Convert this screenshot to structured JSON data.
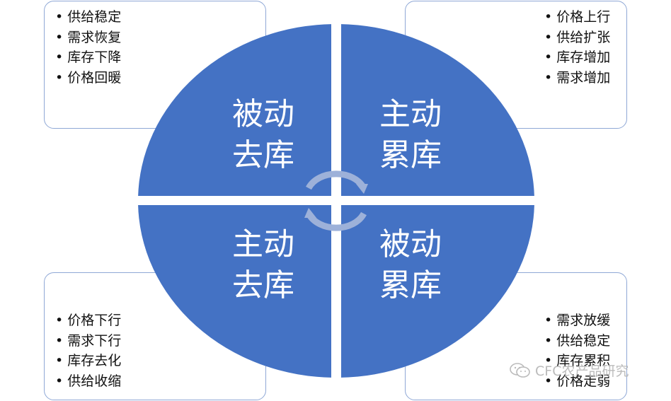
{
  "quadrants": {
    "top_left": {
      "line1": "被动",
      "line2": "去库"
    },
    "top_right": {
      "line1": "主动",
      "line2": "累库"
    },
    "bottom_left": {
      "line1": "主动",
      "line2": "去库"
    },
    "bottom_right": {
      "line1": "被动",
      "line2": "累库"
    }
  },
  "cards": {
    "top_left": [
      "供给稳定",
      "需求恢复",
      "库存下降",
      "价格回暖"
    ],
    "top_right": [
      "价格上行",
      "供给扩张",
      "库存增加",
      "需求增加"
    ],
    "bottom_left": [
      "价格下行",
      "需求下行",
      "库存去化",
      "供给收缩"
    ],
    "bottom_right": [
      "需求放缓",
      "供给稳定",
      "库存累积",
      "价格走弱"
    ]
  },
  "watermark": {
    "text": "CFC农产品研究",
    "icon": "wechat-icon"
  },
  "colors": {
    "quadrant_fill": "#4472c4",
    "card_border": "#8fa8d6",
    "arrow": "#9db1d9",
    "quadrant_text": "#ffffff"
  }
}
